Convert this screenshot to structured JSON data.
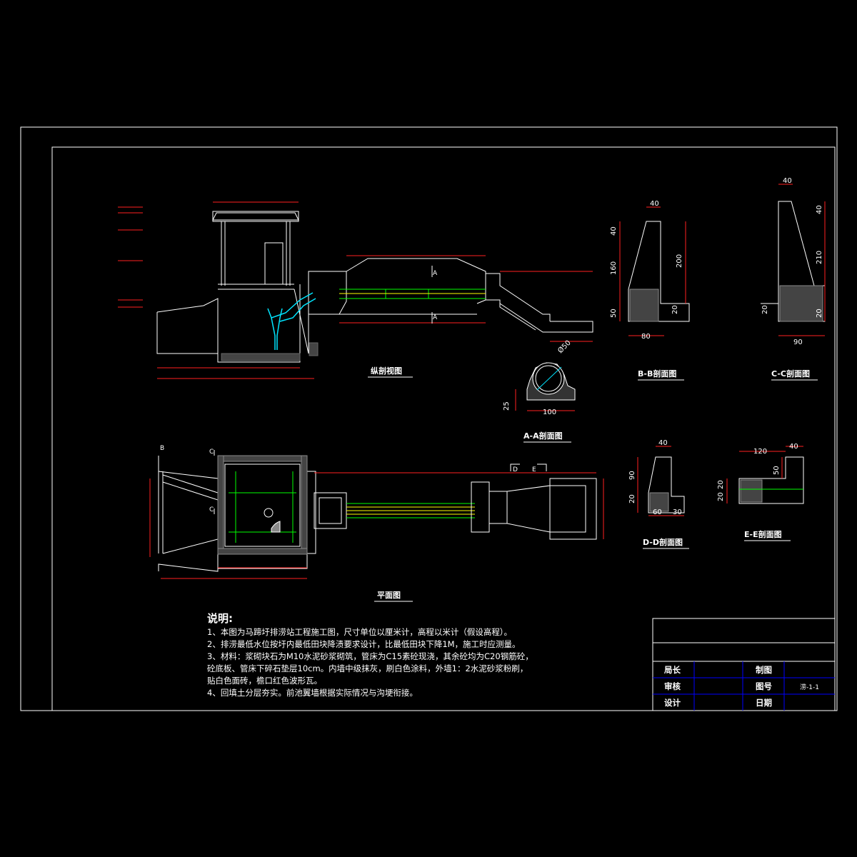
{
  "views": {
    "longitudinal": "纵剖视图",
    "plan": "平面图",
    "section_aa": "A-A剖面图",
    "section_bb": "B-B剖面图",
    "section_cc": "C-C剖面图",
    "section_dd": "D-D剖面图",
    "section_ee": "E-E剖面图"
  },
  "section_marks": {
    "a": "A",
    "b": "B",
    "c": "C",
    "d": "D",
    "e": "E"
  },
  "dims": {
    "bb": {
      "top": "40",
      "d1": "40",
      "d2": "160",
      "d3": "200",
      "d4": "50",
      "d5": "20",
      "bottom": "80"
    },
    "cc": {
      "top": "40",
      "d1": "40",
      "d2": "210",
      "d3": "20",
      "d4": "20",
      "bottom": "90"
    },
    "aa": {
      "diam": "Ø50",
      "h": "25",
      "w": "100"
    },
    "dd": {
      "top": "40",
      "d1": "90",
      "d2": "20",
      "b1": "60",
      "b2": "30"
    },
    "ee": {
      "w1": "120",
      "w2": "40",
      "h1": "50",
      "h2": "20",
      "h3": "20"
    }
  },
  "notes": {
    "title": "说明:",
    "lines": [
      "1、本图为马蹄圩排涝站工程施工图，尺寸单位以厘米计，高程以米计（假设高程）。",
      "2、排涝最低水位按圩内最低田块降渍要求设计，比最低田块下降1M，施工时应测量。",
      "3、材料：浆砌块石为M10水泥砂浆砌筑，管床为C15素砼现浇，其余砼均为C20钢筋砼，",
      "砼底板、管床下碎石垫层10cm。内墙中级抹灰，刷白色涂料，外墙1：2水泥砂浆粉刷，",
      "贴白色面砖，檐口红色波形瓦。",
      "4、回填土分层夯实。前池翼墙根据实际情况与沟埂衔接。"
    ]
  },
  "title_block": {
    "r1_label": "局长",
    "r1_label2": "制图",
    "r2_label": "审核",
    "r2_label2": "图号",
    "r2_value": "涝-1-1",
    "r3_label": "设计",
    "r3_label2": "日期"
  },
  "colors": {
    "outline": "#ffffff",
    "dim": "#ff2020",
    "center": "#00ff00",
    "pipe": "#00e5ff",
    "text": "#ffffff",
    "panel": "#0000ff"
  }
}
